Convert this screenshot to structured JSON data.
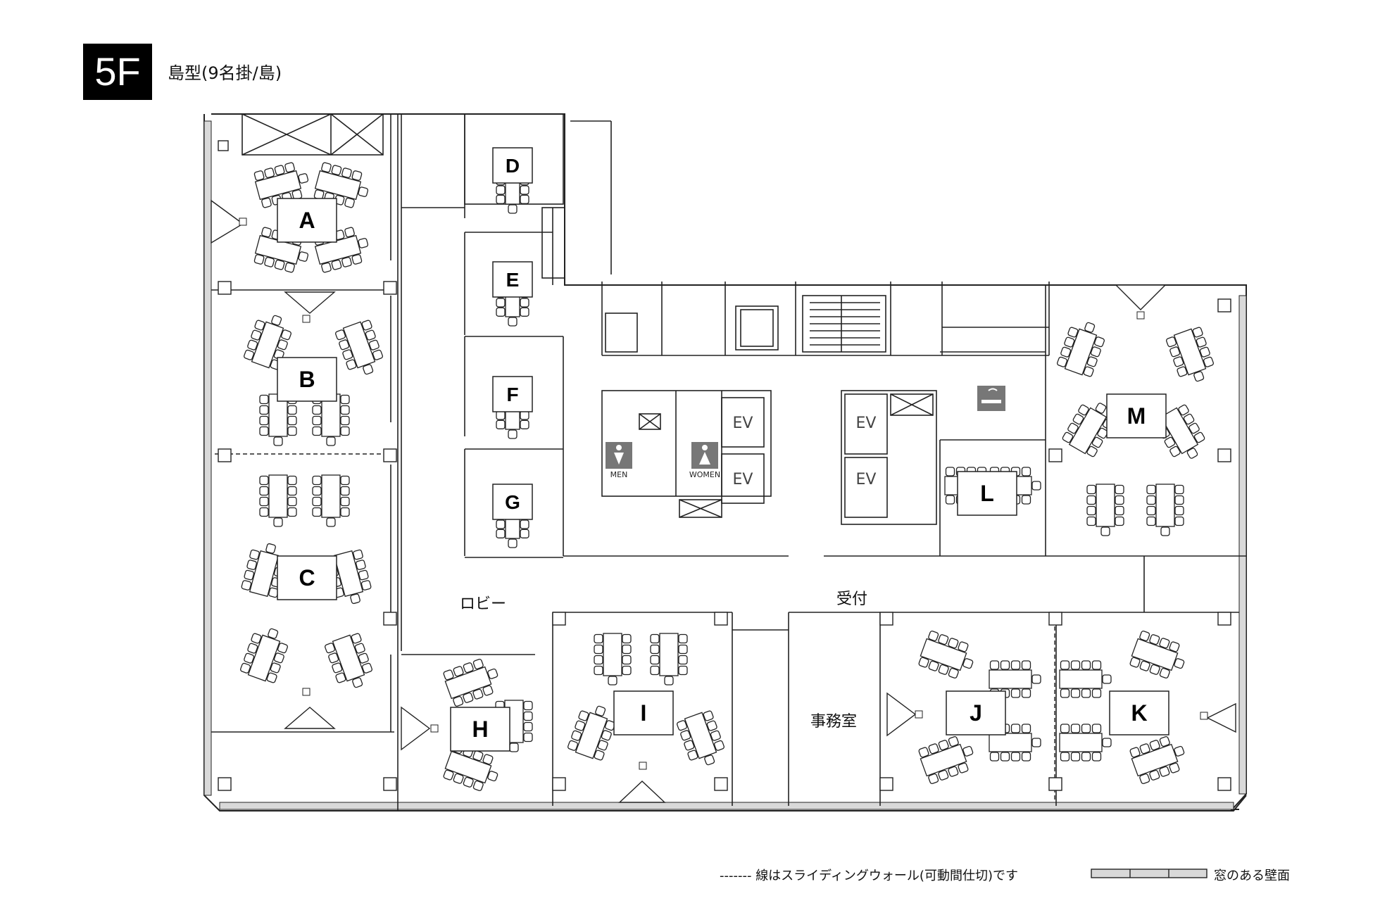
{
  "header": {
    "floor": "5F",
    "subtitle": "島型(9名掛/島)"
  },
  "rooms": [
    "A",
    "B",
    "C",
    "D",
    "E",
    "F",
    "G",
    "H",
    "I",
    "J",
    "K",
    "L",
    "M"
  ],
  "areas": {
    "lobby": "ロビー",
    "reception": "受付",
    "office": "事務室",
    "elevator": "EV",
    "restroom_men": "MEN",
    "restroom_women": "WOMEN"
  },
  "legend": {
    "sliding_wall_note": "------- 線はスライディングウォール(可動間仕切)です",
    "window_wall_note": "窓のある壁面"
  },
  "colors": {
    "header_bg": "#000000",
    "line": "#222222",
    "wall_fill": "#d9d9d9",
    "icon_fill": "#777777"
  },
  "icons": [
    "men-restroom-icon",
    "women-restroom-icon",
    "smoking-area-icon",
    "projector-icon",
    "screen-icon",
    "stairs-icon"
  ]
}
